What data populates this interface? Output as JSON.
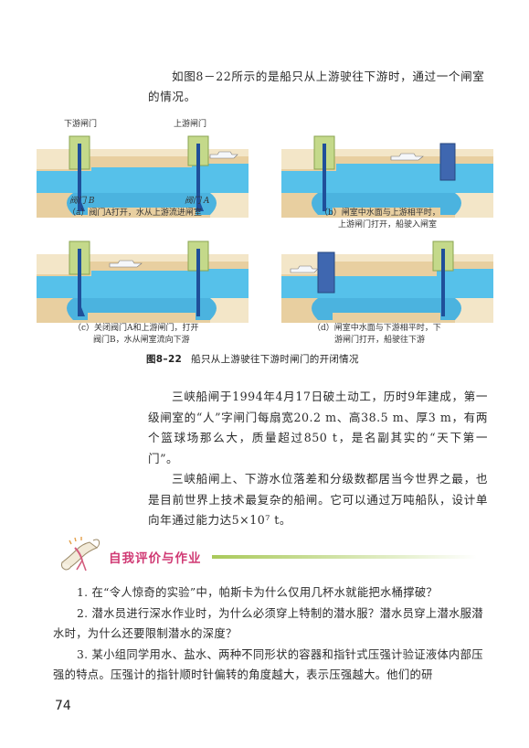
{
  "intro": "如图8－22所示的是船只从上游驶往下游时，通过一个闸室的情况。",
  "figure": {
    "label_downstream_gate": "下游闸门",
    "label_upstream_gate": "上游闸门",
    "label_valve_b": "阀门 B",
    "label_valve_a": "阀门 A",
    "captions": {
      "a": "（a）阀门A打开，水从上游流进闸室",
      "b_line1": "（b）闸室中水面与上游相平时，",
      "b_line2": "上游闸门打开，船驶入闸室",
      "c_line1": "（c）关闭阀门A和上游闸门，打开",
      "c_line2": "阀门B，水从闸室流向下游",
      "d_line1": "（d）闸室中水面与下游相平时，下",
      "d_line2": "游闸门打开，船驶往下游"
    },
    "number": "图8–22",
    "title": "船只从上游驶往下游时闸门的开闭情况"
  },
  "paragraphs": [
    "三峡船闸于1994年4月17日破土动工，历时9年建成，第一级闸室的“人”字闸门每扇宽20.2 m、高38.5 m、厚3 m，有两个篮球场那么大，质量超过850 t，是名副其实的“天下第一门”。",
    "三峡船闸上、下游水位落差和分级数都居当今世界之最，也是目前世界上技术最复杂的船闸。它可以通过万吨船队，设计单向年通过能力达5×10⁷ t。"
  ],
  "section": {
    "title": "自我评价与作业"
  },
  "questions": [
    "1. 在“令人惊奇的实验”中，帕斯卡为什么仅用几杯水就能把水桶撑破？",
    "2. 潜水员进行深水作业时，为什么必须穿上特制的潜水服？潜水员穿上潜水服潜水时，为什么还要限制潜水的深度？",
    "3. 某小组同学用水、盐水、两种不同形状的容器和指针式压强计验证液体内部压强的特点。压强计的指针顺时针偏转的角度越大，表示压强越大。他们的研"
  ],
  "page_number": "74",
  "colors": {
    "water": "#56c1ea",
    "gate": "#c4d98a",
    "section_title": "#d03a74",
    "section_bar": "#a9c95a"
  }
}
